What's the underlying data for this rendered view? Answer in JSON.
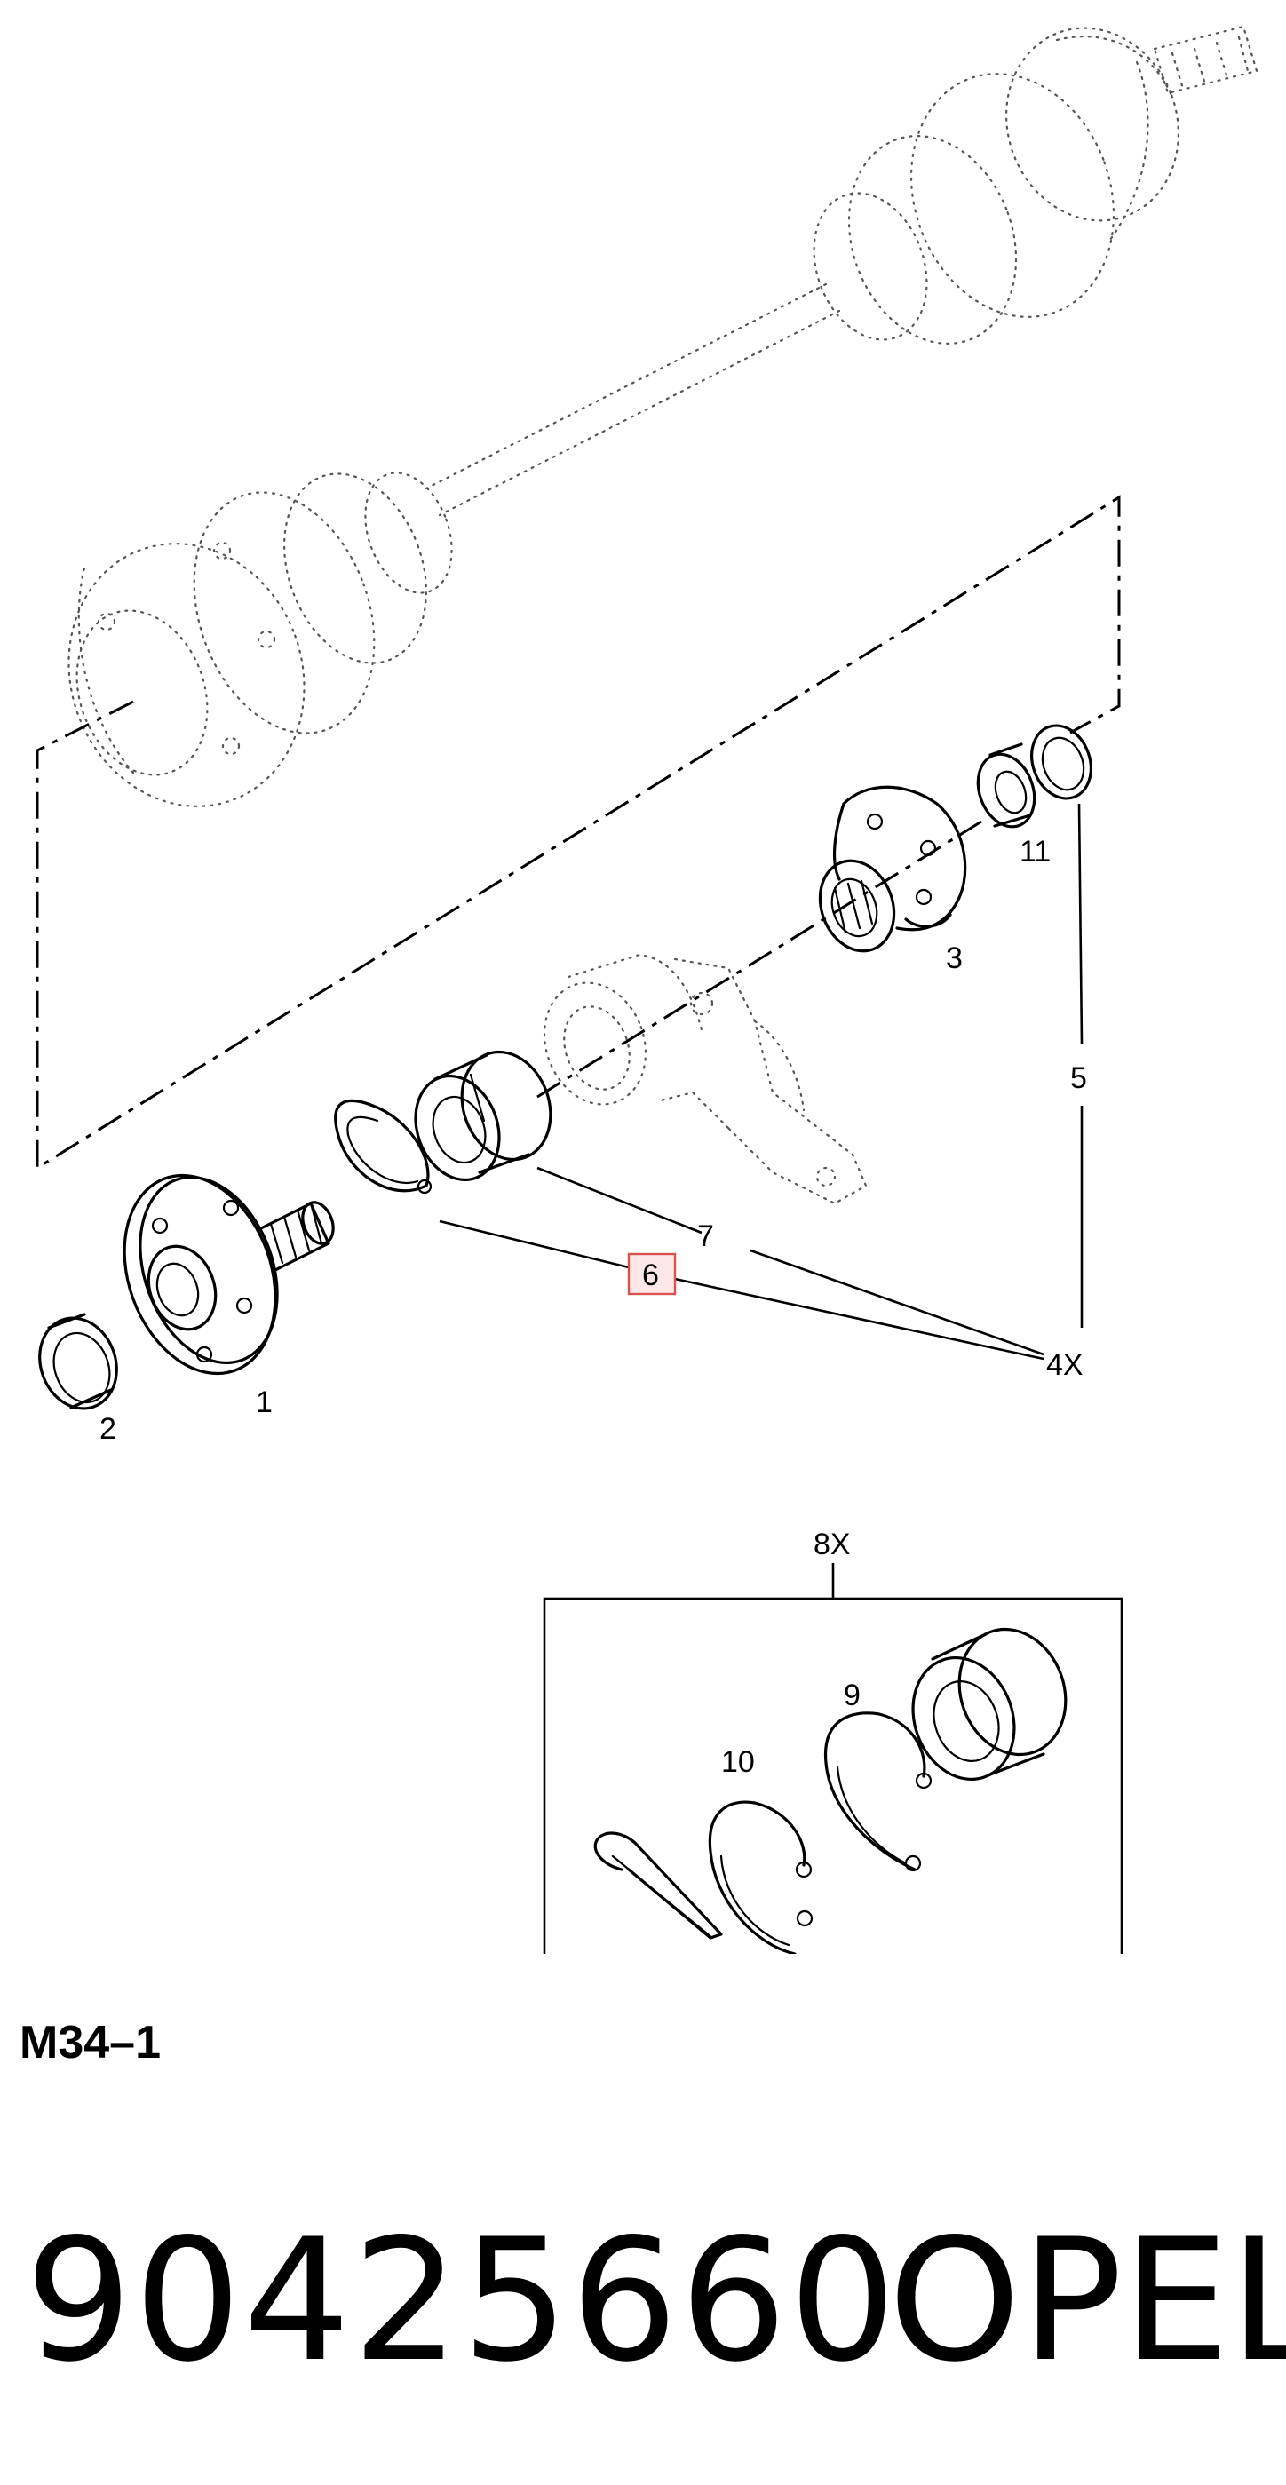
{
  "diagram": {
    "callouts": {
      "c1": "1",
      "c2": "2",
      "c3": "3",
      "c4x": "4X",
      "c5": "5",
      "c6": "6",
      "c7": "7",
      "c8x": "8X",
      "c9": "9",
      "c10": "10",
      "c11": "11"
    },
    "highlight_color": "#d9534f",
    "highlight_fill": "#fde7e7"
  },
  "footer": {
    "diagram_code": "M34–1",
    "part_number": "90425660",
    "brand": "OPEL"
  }
}
